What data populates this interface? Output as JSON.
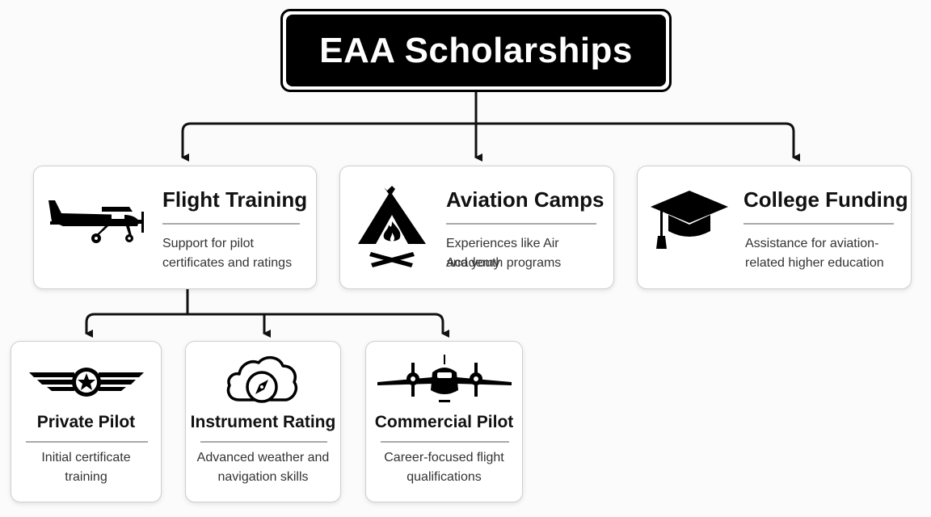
{
  "root": {
    "title": "EAA Scholarships"
  },
  "categories": [
    {
      "title": "Flight Training",
      "line1": "Support for pilot",
      "line2": "certificates and ratings",
      "icon": "airplane-icon"
    },
    {
      "title": "Aviation Camps",
      "line1": "Experiences like Air Academy",
      "line2": "and youth programs",
      "icon": "campfire-tent-icon"
    },
    {
      "title": "College Funding",
      "line1": "Assistance for aviation-",
      "line2": "related higher education",
      "icon": "graduation-cap-icon"
    }
  ],
  "subcategories": [
    {
      "title": "Private Pilot",
      "line1": "Initial certificate",
      "line2": "training",
      "icon": "pilot-wings-icon"
    },
    {
      "title": "Instrument Rating",
      "line1": "Advanced weather and",
      "line2": "navigation skills",
      "icon": "cloud-compass-icon"
    },
    {
      "title": "Commercial Pilot",
      "line1": "Career-focused flight",
      "line2": "qualifications",
      "icon": "twin-engine-plane-icon"
    }
  ]
}
